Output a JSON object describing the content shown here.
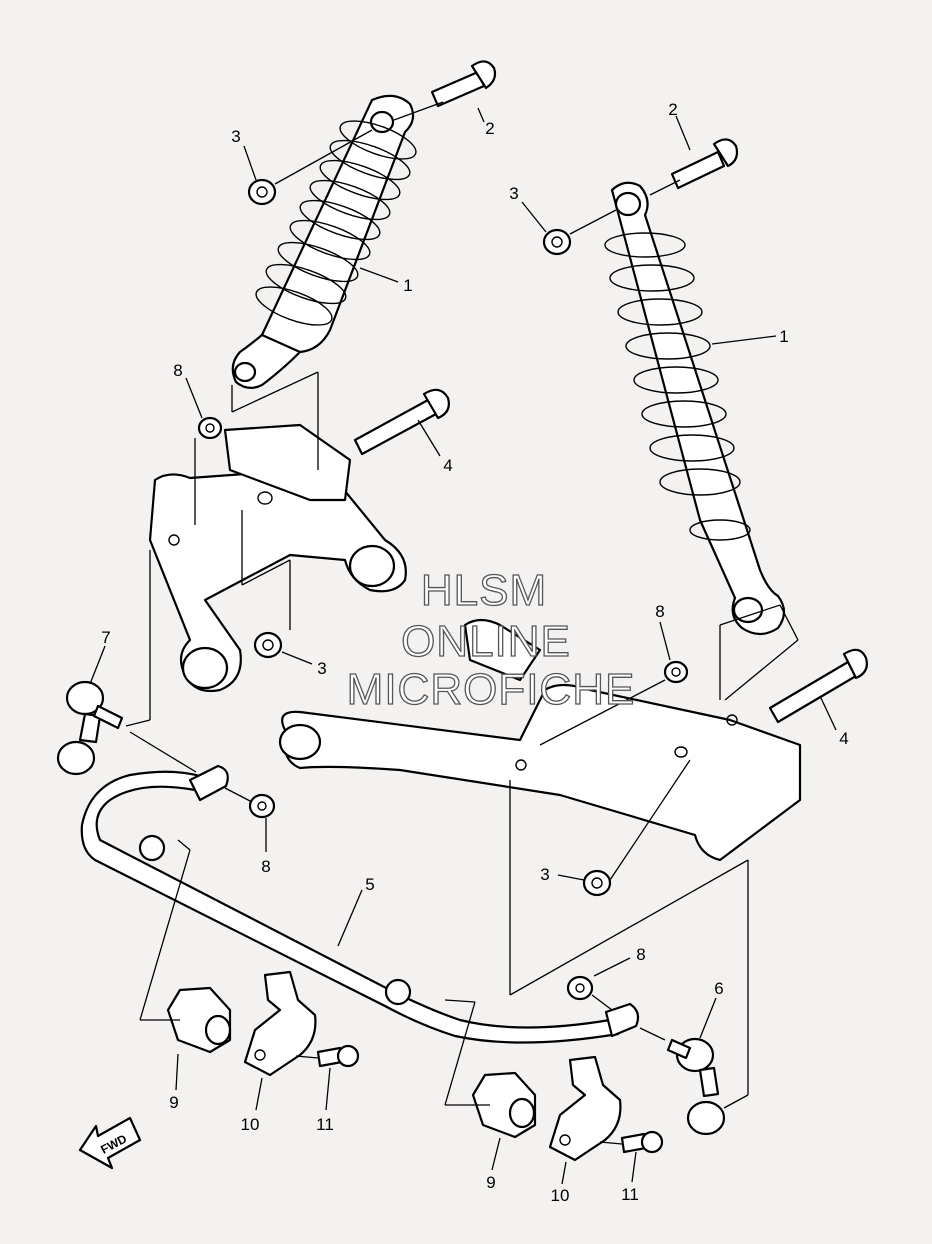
{
  "watermark": {
    "line1": "HLSM",
    "line2": "ONLINE",
    "line3": "MICROFICHE"
  },
  "direction_label": "FWD",
  "callouts": {
    "c1a": "1",
    "c1b": "1",
    "c2a": "2",
    "c2b": "2",
    "c3a": "3",
    "c3b": "3",
    "c3c": "3",
    "c3d": "3",
    "c4a": "4",
    "c4b": "4",
    "c5": "5",
    "c6": "6",
    "c7": "7",
    "c8a": "8",
    "c8b": "8",
    "c8c": "8",
    "c8d": "8",
    "c9a": "9",
    "c9b": "9",
    "c10a": "10",
    "c10b": "10",
    "c11a": "11",
    "c11b": "11"
  }
}
